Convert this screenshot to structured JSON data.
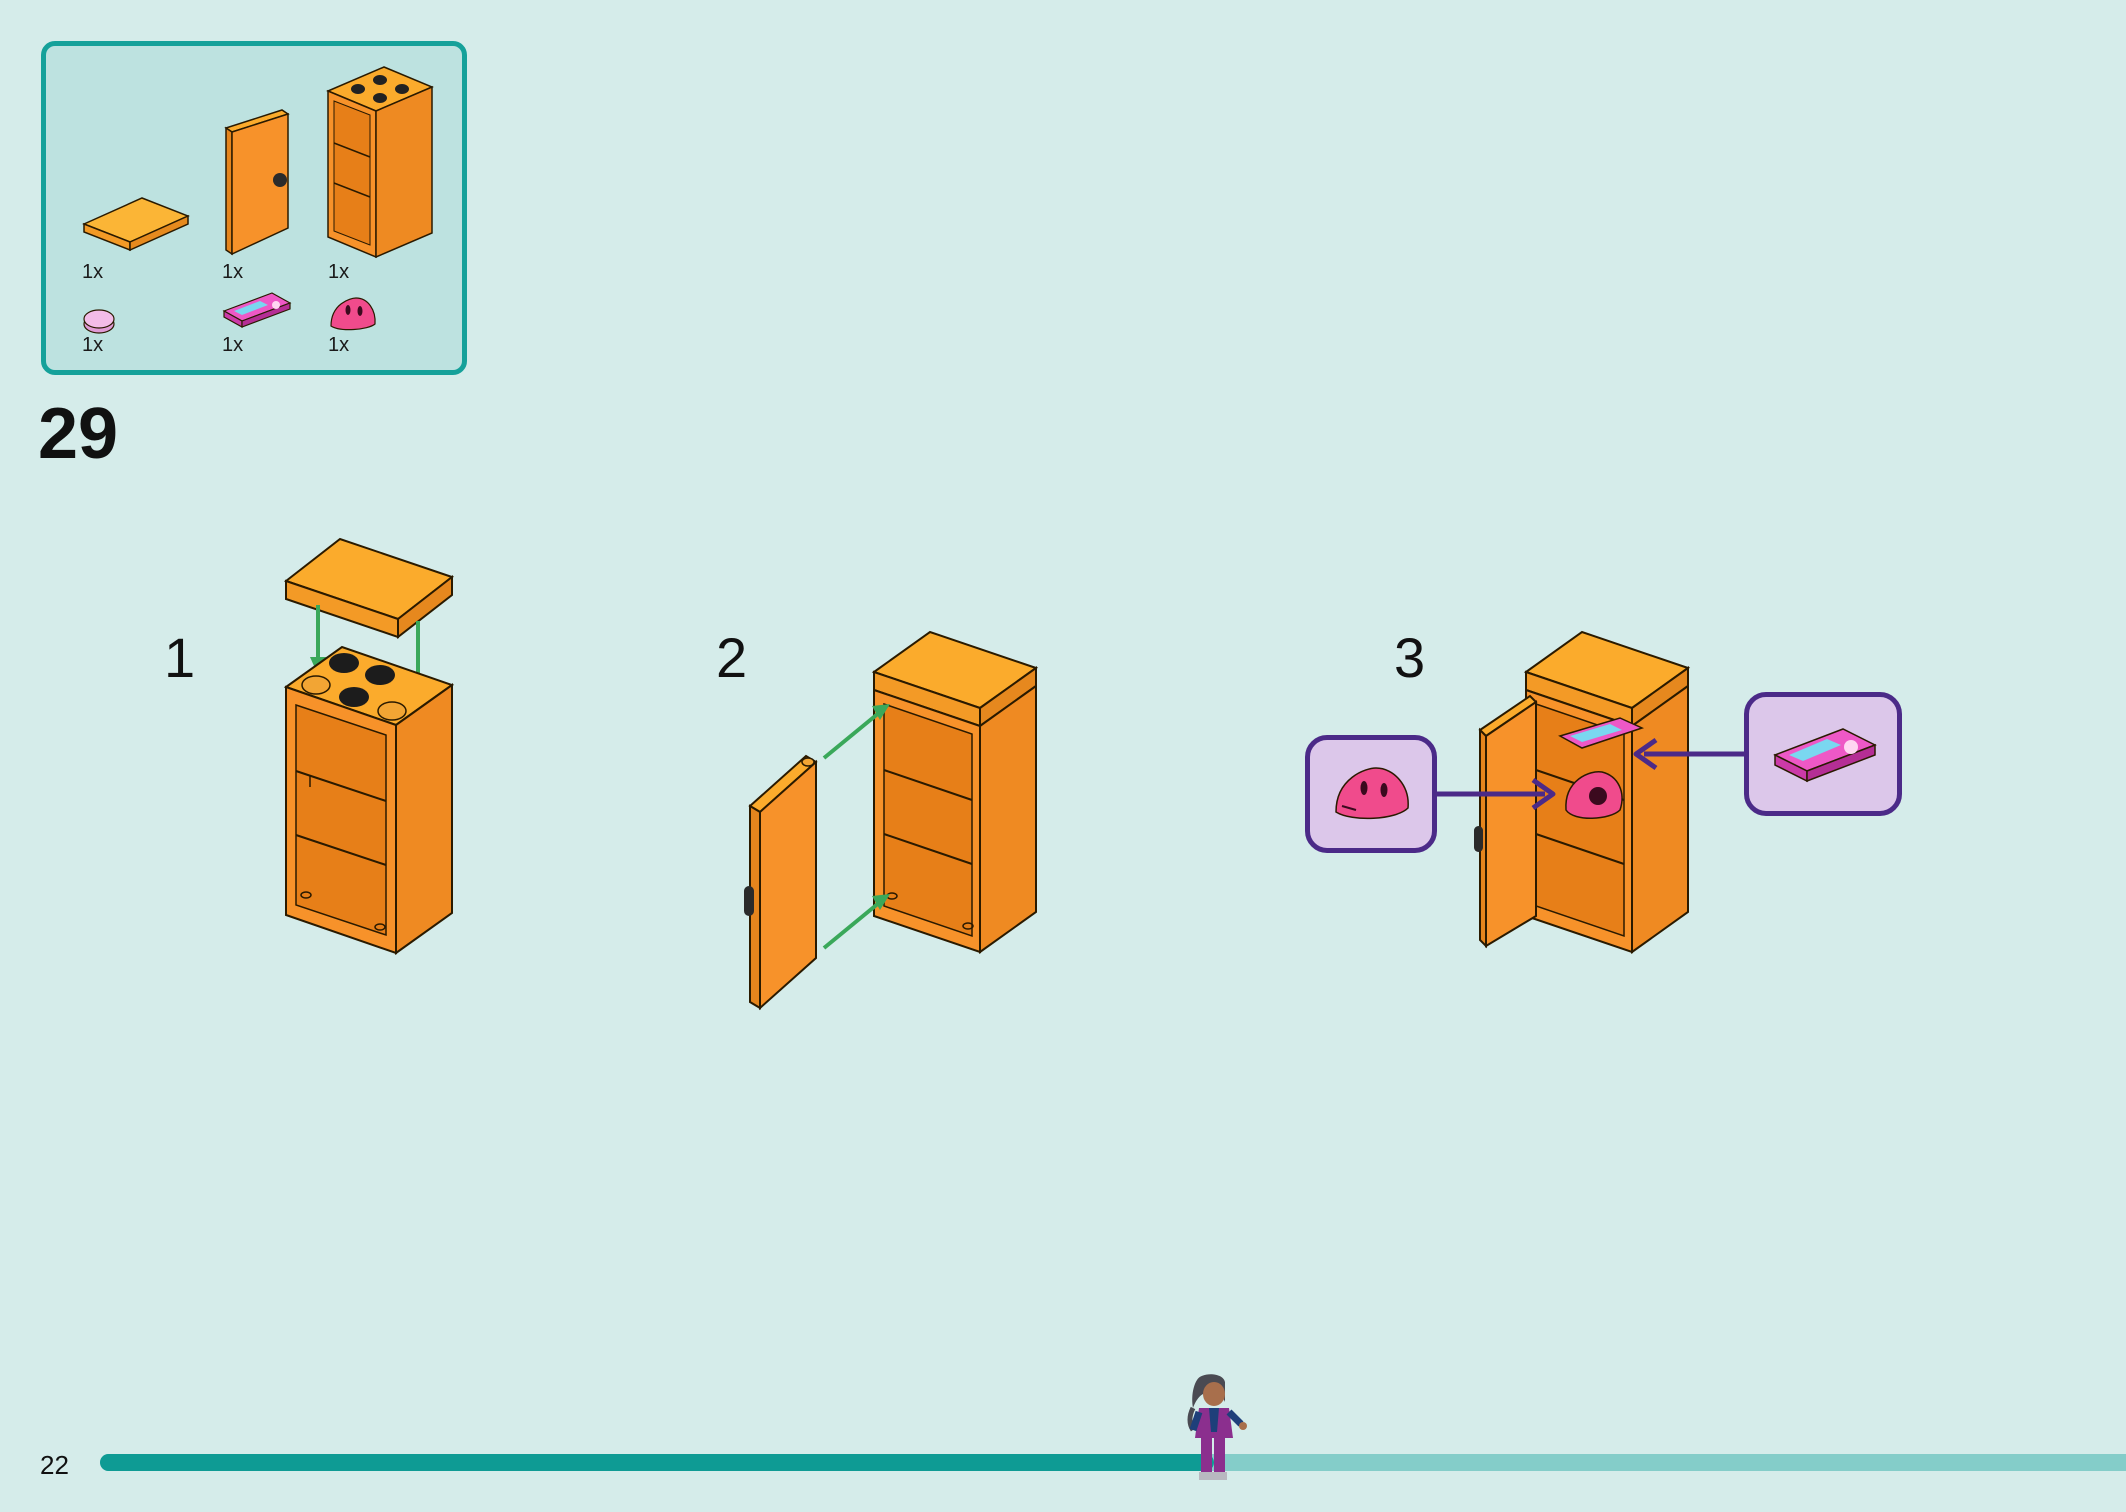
{
  "parts_list": {
    "items": [
      {
        "name": "plate",
        "qty": "1x"
      },
      {
        "name": "door",
        "qty": "1x"
      },
      {
        "name": "cupboard",
        "qty": "1x"
      },
      {
        "name": "round-tile",
        "qty": "1x"
      },
      {
        "name": "printed-tile",
        "qty": "1x"
      },
      {
        "name": "helmet",
        "qty": "1x"
      }
    ]
  },
  "step": {
    "number": "29",
    "substeps": [
      "1",
      "2",
      "3"
    ]
  },
  "footer": {
    "page_number": "22",
    "progress_percent": 55
  },
  "colors": {
    "orange": "#f7922a",
    "orange_top": "#fbab2c",
    "teal": "#0e9b94",
    "arrow_green": "#3aa85a",
    "arrow_purple": "#4b2a88",
    "pink": "#f04b8c"
  }
}
